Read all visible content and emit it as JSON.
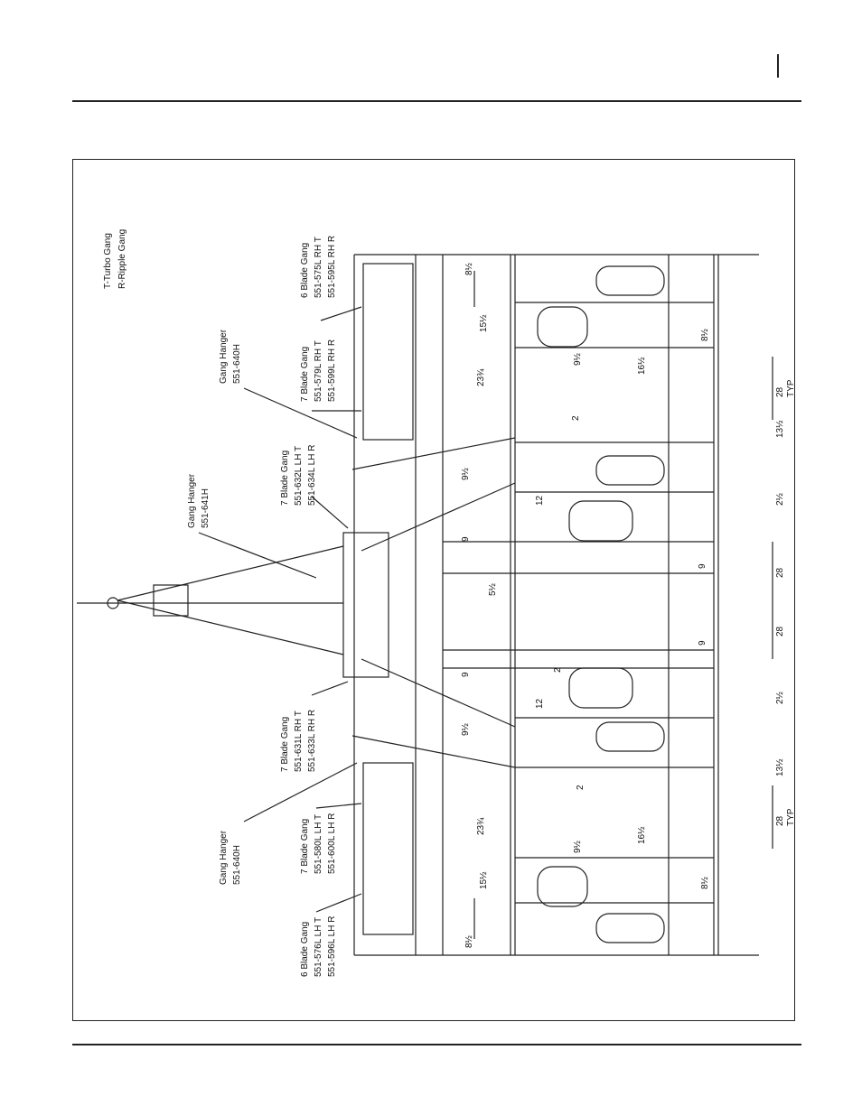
{
  "legend": {
    "turbo": "T-Turbo Gang",
    "ripple": "R-Ripple Gang"
  },
  "callouts": [
    {
      "id": "g1",
      "title": "6 Blade Gang",
      "lines": [
        "551-575L  RH  T",
        "551-595L  RH  R"
      ]
    },
    {
      "id": "g2",
      "title": "7 Blade Gang",
      "lines": [
        "551-579L  RH  T",
        "551-599L  RH  R"
      ]
    },
    {
      "id": "h1",
      "title": "Gang Hanger",
      "lines": [
        "551-640H"
      ]
    },
    {
      "id": "g3",
      "title": "7 Blade Gang",
      "lines": [
        "551-632L  LH  T",
        "551-634L  LH  R"
      ]
    },
    {
      "id": "h2",
      "title": "Gang Hanger",
      "lines": [
        "551-641H"
      ]
    },
    {
      "id": "g4",
      "title": "7 Blade Gang",
      "lines": [
        "551-631L  RH  T",
        "551-633L  RH  R"
      ]
    },
    {
      "id": "h3",
      "title": "Gang Hanger",
      "lines": [
        "551-640H"
      ]
    },
    {
      "id": "g5",
      "title": "7 Blade Gang",
      "lines": [
        "551-580L  LH  T",
        "551-600L  LH  R"
      ]
    },
    {
      "id": "g6",
      "title": "6 Blade Gang",
      "lines": [
        "551-576L  LH  T",
        "551-596L  LH  R"
      ]
    }
  ],
  "dimensions": {
    "d8_half": "8½",
    "d15_half": "15½",
    "d23_3q": "23¾",
    "d9_half": "9½",
    "d9": "9",
    "d5_half": "5½",
    "d12": "12",
    "d2": "2",
    "d16_half": "16½",
    "d13_half": "13½",
    "d2_half": "2½",
    "d28": "28",
    "typ": "TYP"
  }
}
